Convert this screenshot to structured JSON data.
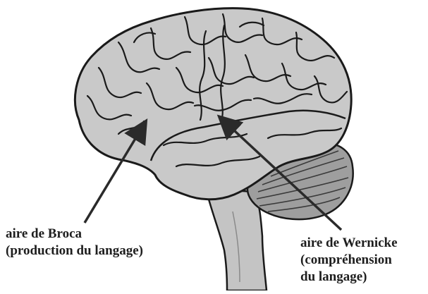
{
  "labels": {
    "broca": {
      "line1": "aire de Broca",
      "line2": "(production du langage)"
    },
    "wernicke": {
      "line1": "aire de Wernicke",
      "line2": "(compréhension",
      "line3": "du langage)"
    }
  },
  "colors": {
    "brain_fill": "#c9c9c9",
    "cerebellum_fill": "#9e9e9e",
    "brainstem_fill": "#c4c4c4",
    "outline": "#1a1a1a",
    "arrow": "#2a2a2a"
  }
}
